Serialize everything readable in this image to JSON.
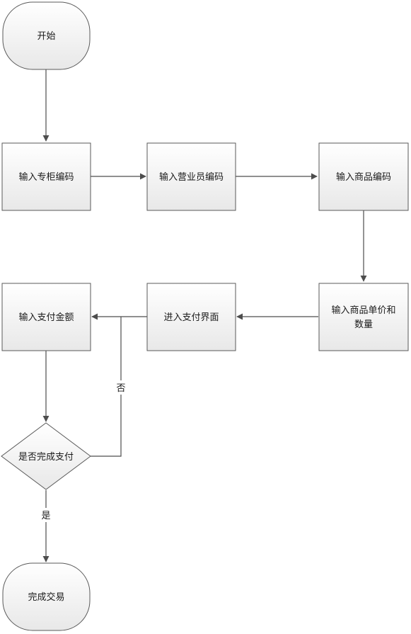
{
  "nodes": {
    "start": {
      "label": "开始"
    },
    "input_counter": {
      "label": "输入专柜编码"
    },
    "input_clerk": {
      "label": "输入营业员编码"
    },
    "input_product": {
      "label": "输入商品编码"
    },
    "input_price_qty": {
      "label": [
        "输入商品单价和",
        "数量"
      ]
    },
    "enter_payment": {
      "label": "进入支付界面"
    },
    "input_amount": {
      "label": "输入支付金额"
    },
    "decision_paid": {
      "label": "是否完成支付"
    },
    "end": {
      "label": "完成交易"
    }
  },
  "edges": {
    "no_label": "否",
    "yes_label": "是"
  },
  "colors": {
    "node_fill_top": "#ffffff",
    "node_fill_bottom": "#e8e8e8",
    "node_stroke": "#5a5a5a",
    "edge": "#4d4d4d"
  }
}
